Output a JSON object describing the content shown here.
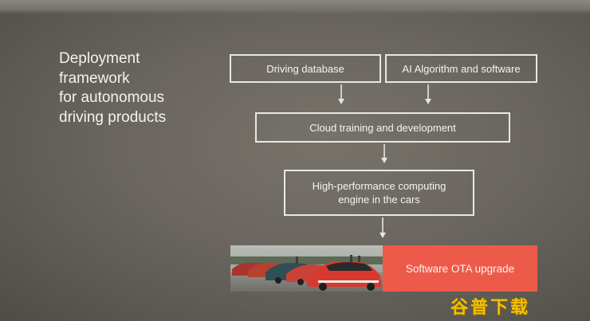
{
  "title_lines": [
    "Deployment",
    "framework",
    "for autonomous",
    "driving products"
  ],
  "boxes": {
    "driving_database": "Driving database",
    "ai_algorithm": "AI Algorithm and software",
    "cloud_training": "Cloud training and development",
    "hpc_line1": "High-performance computing",
    "hpc_line2": "engine in the cars",
    "ota": "Software OTA upgrade"
  },
  "watermark": "谷普下载",
  "colors": {
    "background": "#6a665f",
    "box_border": "#e8e8e4",
    "ota_fill": "#ee5a49",
    "watermark": "#f5c000"
  },
  "photo": {
    "icon": "car-fleet-photo"
  }
}
